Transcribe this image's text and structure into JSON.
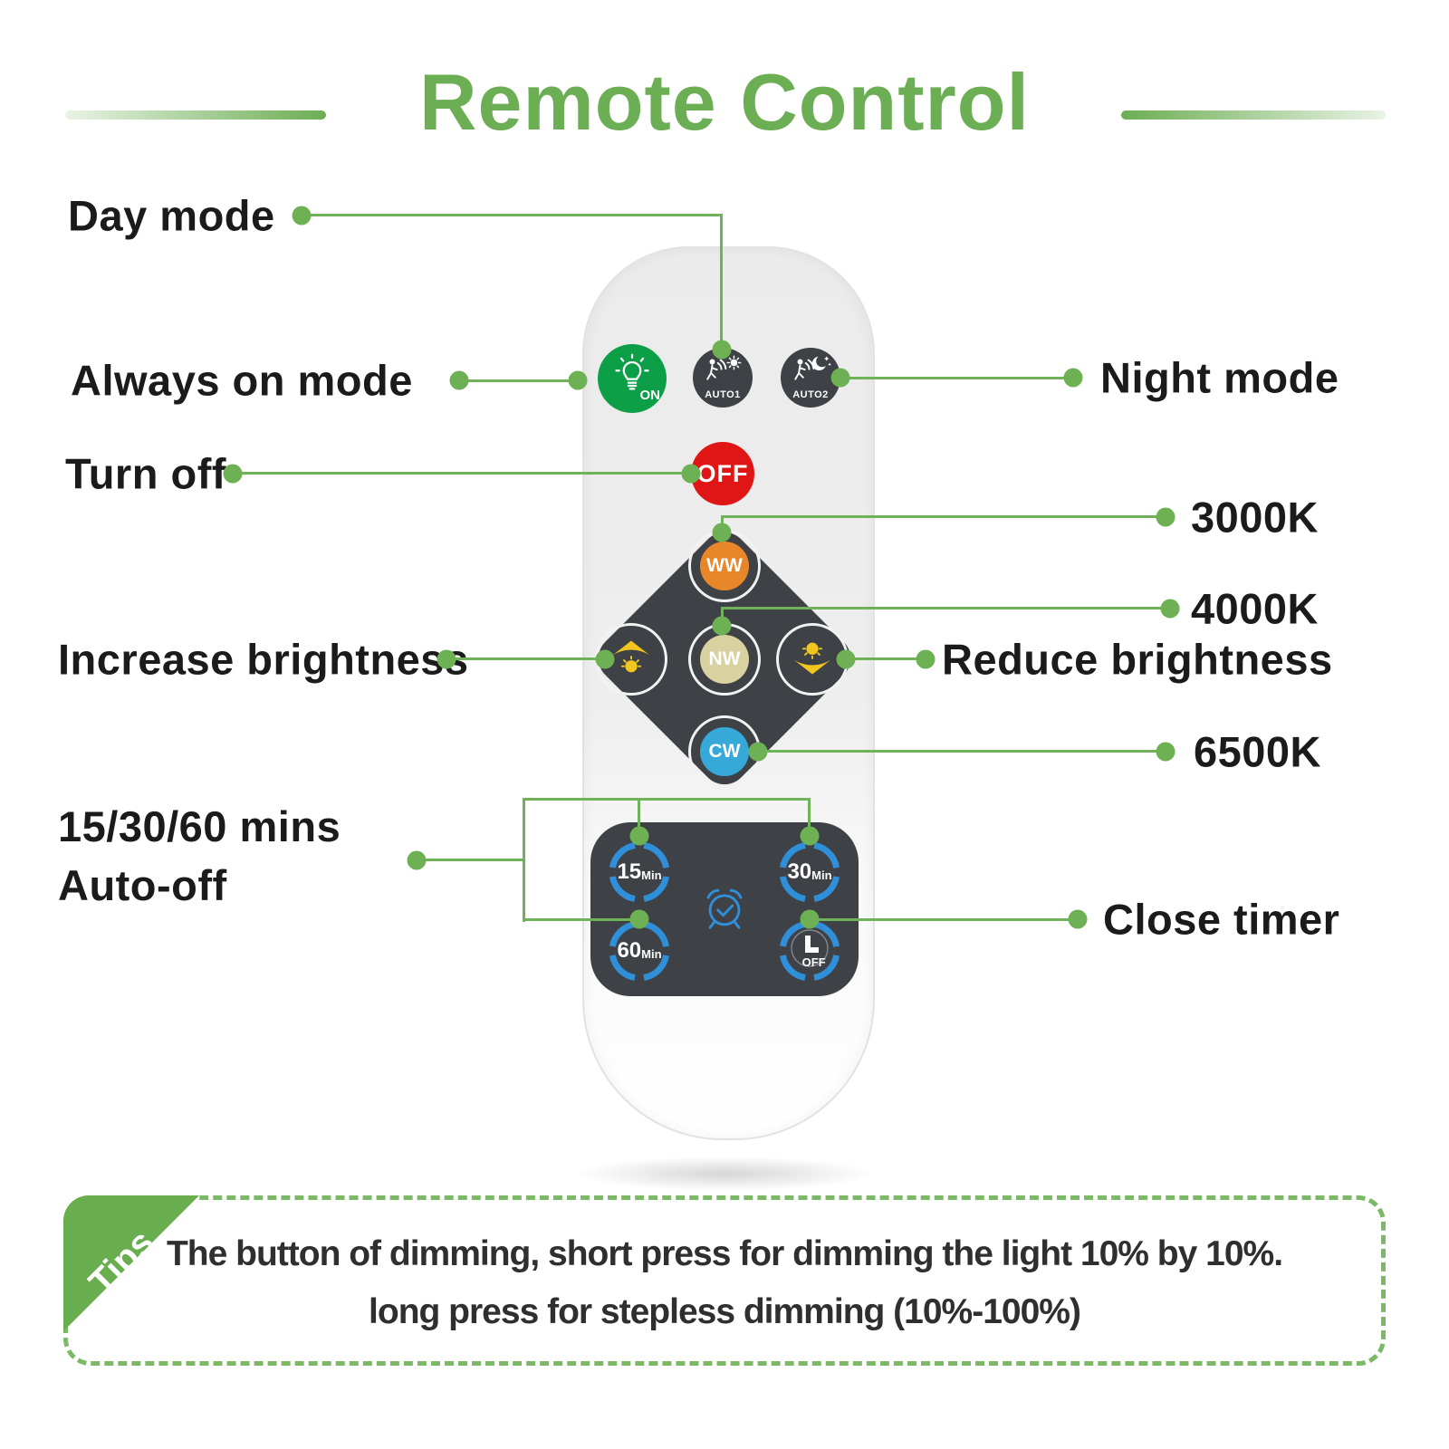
{
  "title": {
    "text": "Remote Control"
  },
  "annotations": {
    "day_mode": "Day mode",
    "always_on_mode": "Always on mode",
    "turn_off": "Turn off",
    "increase_brightness": "Increase brightness",
    "auto_off_line1": "15/30/60 mins",
    "auto_off_line2": "Auto-off",
    "night_mode": "Night mode",
    "cct_warm": "3000K",
    "cct_neutral": "4000K",
    "reduce_brightness": "Reduce brightness",
    "cct_cool": "6500K",
    "close_timer": "Close timer"
  },
  "remote": {
    "mode_buttons": {
      "on": "ON",
      "auto1": "AUTO1",
      "auto2": "AUTO2"
    },
    "off_button": "OFF",
    "cct_buttons": {
      "warm": "WW",
      "neutral": "NW",
      "cool": "CW"
    },
    "timer_buttons": [
      {
        "value": "15",
        "unit": "Min"
      },
      {
        "value": "30",
        "unit": "Min"
      },
      {
        "value": "60",
        "unit": "Min"
      },
      {
        "value": "OFF",
        "unit": ""
      }
    ]
  },
  "tips": {
    "ribbon_label": "Tips",
    "line1": "The button of dimming, short press for dimming the light 10% by 10%.",
    "line2": "long press for stepless dimming (10%-100%)"
  },
  "colors": {
    "accent_green": "#6cae53",
    "connector_green": "#70b259",
    "always_on_green": "#0d9e48",
    "button_dark": "#3e4146",
    "off_red": "#e01616",
    "warm_white_orange": "#e8862a",
    "neutral_white_cream": "#d8d2a0",
    "cool_white_blue": "#36a9d8",
    "brightness_yellow": "#f2c71d",
    "timer_ring_blue": "#2f8fd8"
  }
}
